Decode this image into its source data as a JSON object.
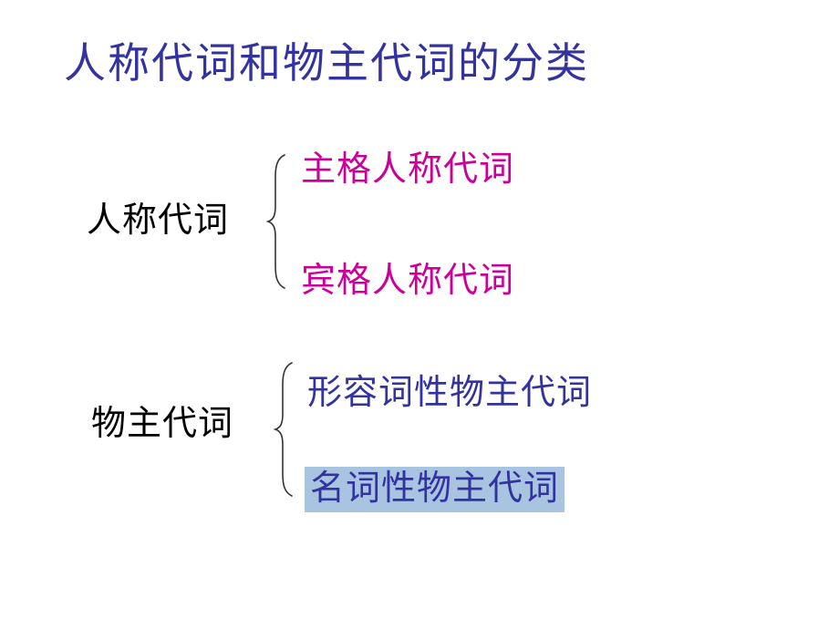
{
  "slide": {
    "title": "人称代词和物主代词的分类",
    "background_color": "#FFFFFF",
    "title_color": "#3333A0"
  },
  "colors": {
    "title_indigo": "#3333A0",
    "branch_magenta": "#CC0099",
    "branch_indigo": "#3333A0",
    "label_black": "#000000",
    "highlight_background": "#A8C4E0",
    "brace_stroke": "#333333"
  },
  "groups": [
    {
      "label": "人称代词",
      "label_color": "#000000",
      "brace": "left-curly-brace",
      "branches": [
        {
          "text": "主格人称代词",
          "color": "#CC0099",
          "highlighted": false
        },
        {
          "text": "宾格人称代词",
          "color": "#CC0099",
          "highlighted": false
        }
      ]
    },
    {
      "label": "物主代词",
      "label_color": "#000000",
      "brace": "left-curly-brace",
      "branches": [
        {
          "text": "形容词性物主代词",
          "color": "#3333A0",
          "highlighted": false
        },
        {
          "text": "名词性物主代词",
          "color": "#3333A0",
          "highlighted": true,
          "highlight_color": "#A8C4E0"
        }
      ]
    }
  ]
}
